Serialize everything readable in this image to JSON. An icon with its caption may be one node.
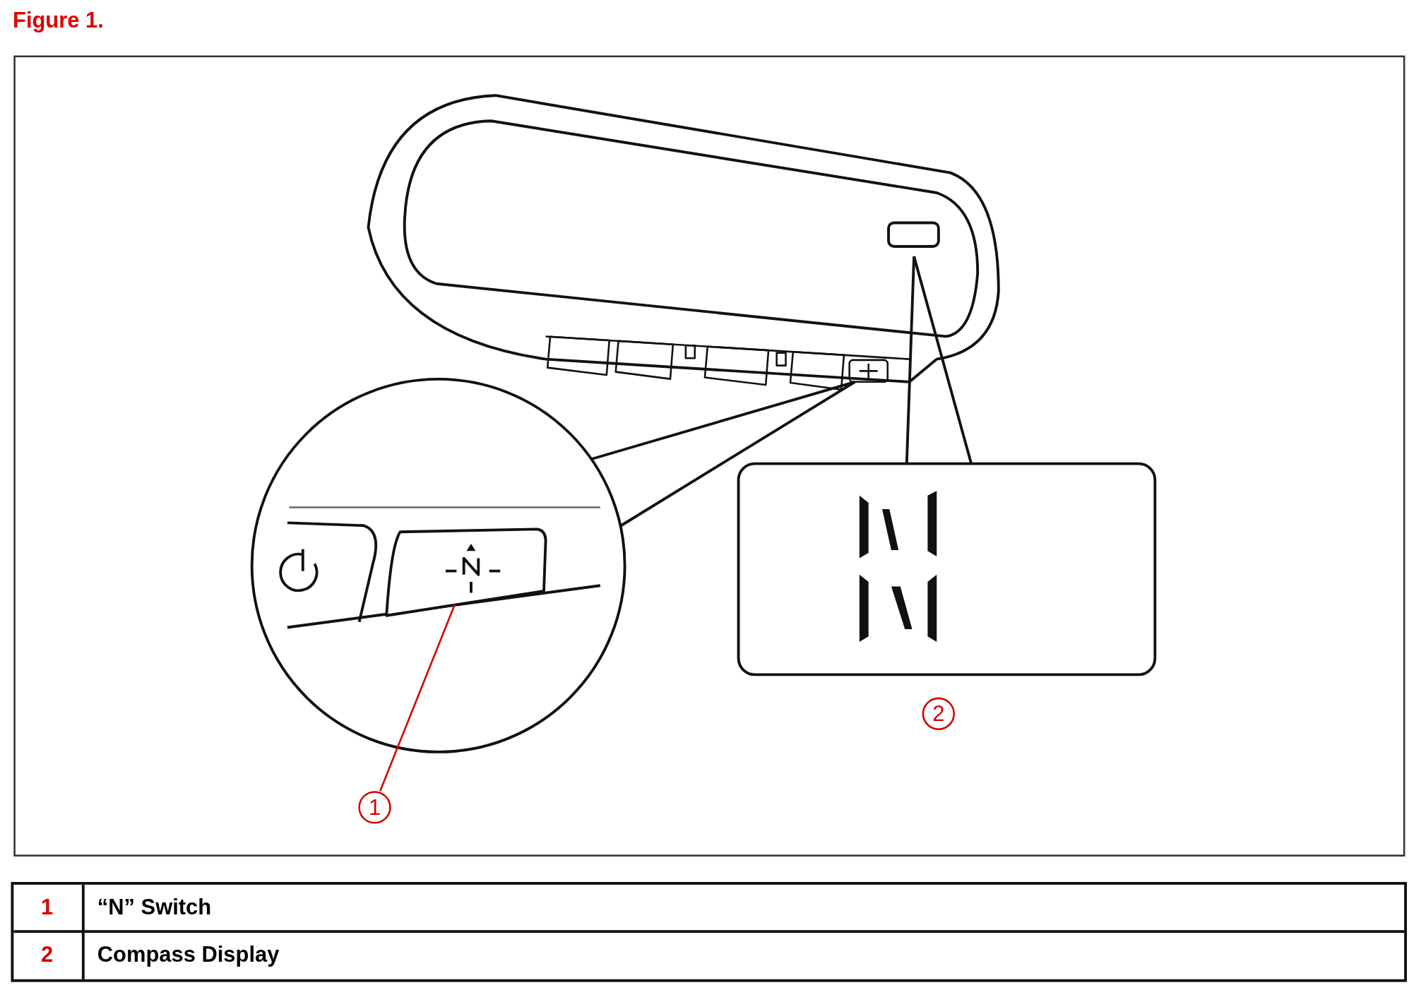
{
  "diagram": {
    "title": "Figure 1.",
    "nodes": [
      {
        "text": [
          "1"
        ]
      },
      {
        "text": [],
        "shape": "box"
      },
      {
        "text": [
          "2"
        ]
      }
    ],
    "edges": [
      {
        "from": 0,
        "to": 1,
        "arrow": "none"
      }
    ],
    "labels": [
      "1",
      "“N” Switch",
      "2",
      "Compass Display"
    ]
  }
}
